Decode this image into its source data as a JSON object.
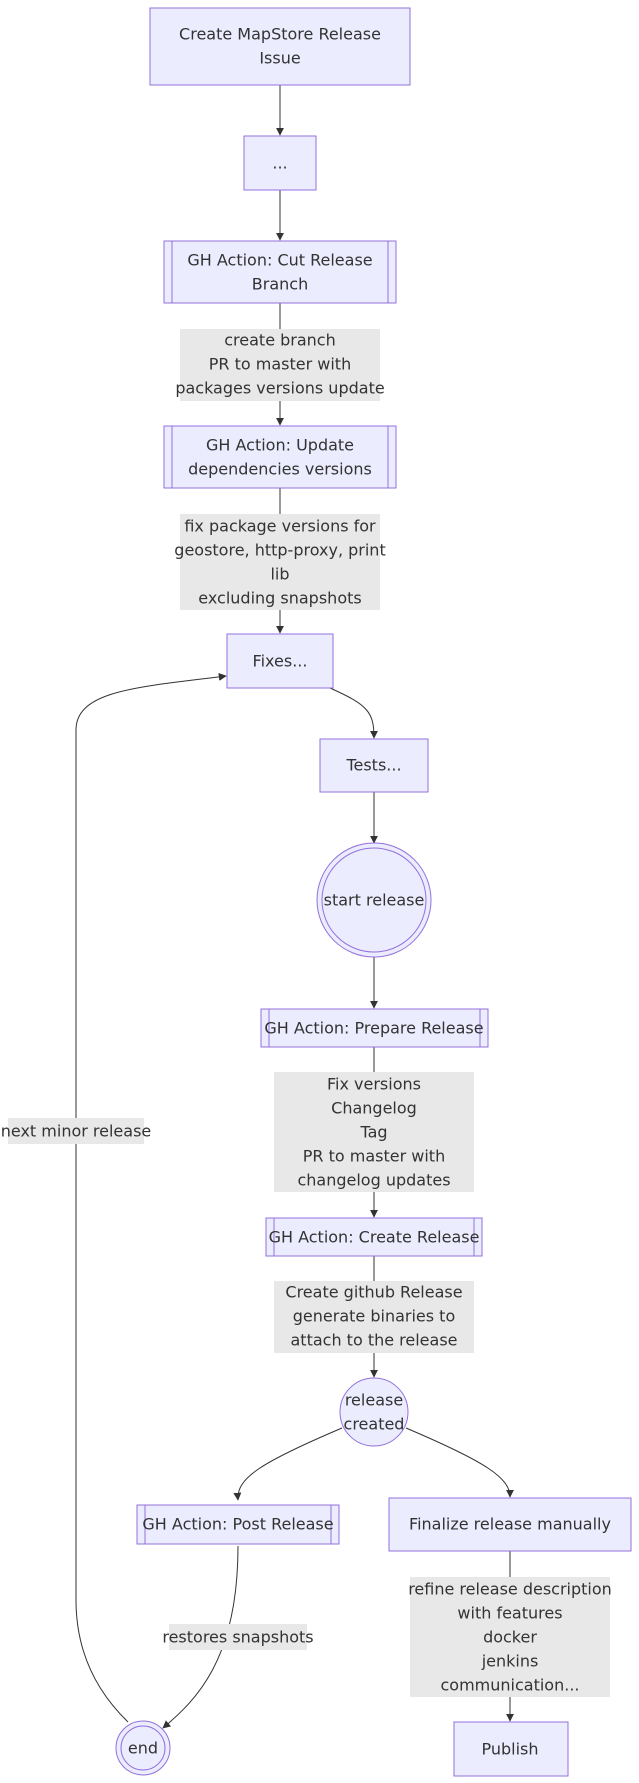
{
  "colors": {
    "node_fill": "#ECECFF",
    "node_stroke": "#9370DB",
    "edge": "#333333",
    "edge_label_bg": "#E8E8E8",
    "text": "#333333"
  },
  "nodes": {
    "create_issue": {
      "lines": [
        "Create MapStore Release",
        "Issue"
      ]
    },
    "ellipsis": {
      "lines": [
        "..."
      ]
    },
    "cut_branch": {
      "lines": [
        "GH Action: Cut Release",
        "Branch"
      ]
    },
    "update_deps": {
      "lines": [
        "GH Action: Update",
        "dependencies versions"
      ]
    },
    "fixes": {
      "lines": [
        "Fixes..."
      ]
    },
    "tests": {
      "lines": [
        "Tests..."
      ]
    },
    "start_release": {
      "lines": [
        "start release"
      ]
    },
    "prepare_release": {
      "lines": [
        "GH Action: Prepare Release"
      ]
    },
    "create_release": {
      "lines": [
        "GH Action: Create Release"
      ]
    },
    "release_created": {
      "lines": [
        "release",
        "created"
      ]
    },
    "post_release": {
      "lines": [
        "GH Action: Post Release"
      ]
    },
    "finalize": {
      "lines": [
        "Finalize release manually"
      ]
    },
    "end": {
      "lines": [
        "end"
      ]
    },
    "publish": {
      "lines": [
        "Publish"
      ]
    }
  },
  "edge_labels": {
    "cut_to_update": {
      "lines": [
        "create branch",
        "PR to master with",
        "packages versions update"
      ]
    },
    "update_to_fixes": {
      "lines": [
        "fix package versions for",
        "geostore, http-proxy, print",
        "lib",
        "excluding snapshots"
      ]
    },
    "prepare_to_create": {
      "lines": [
        "Fix versions",
        "Changelog",
        "Tag",
        "PR to master with",
        "changelog updates"
      ]
    },
    "create_to_released": {
      "lines": [
        "Create github Release",
        "generate binaries to",
        "attach to the release"
      ]
    },
    "post_to_end": {
      "lines": [
        "restores snapshots"
      ]
    },
    "finalize_to_publish": {
      "lines": [
        "refine release description",
        "with features",
        "docker",
        "jenkins",
        "communication..."
      ]
    },
    "end_to_fixes": {
      "lines": [
        "next minor release"
      ]
    }
  }
}
